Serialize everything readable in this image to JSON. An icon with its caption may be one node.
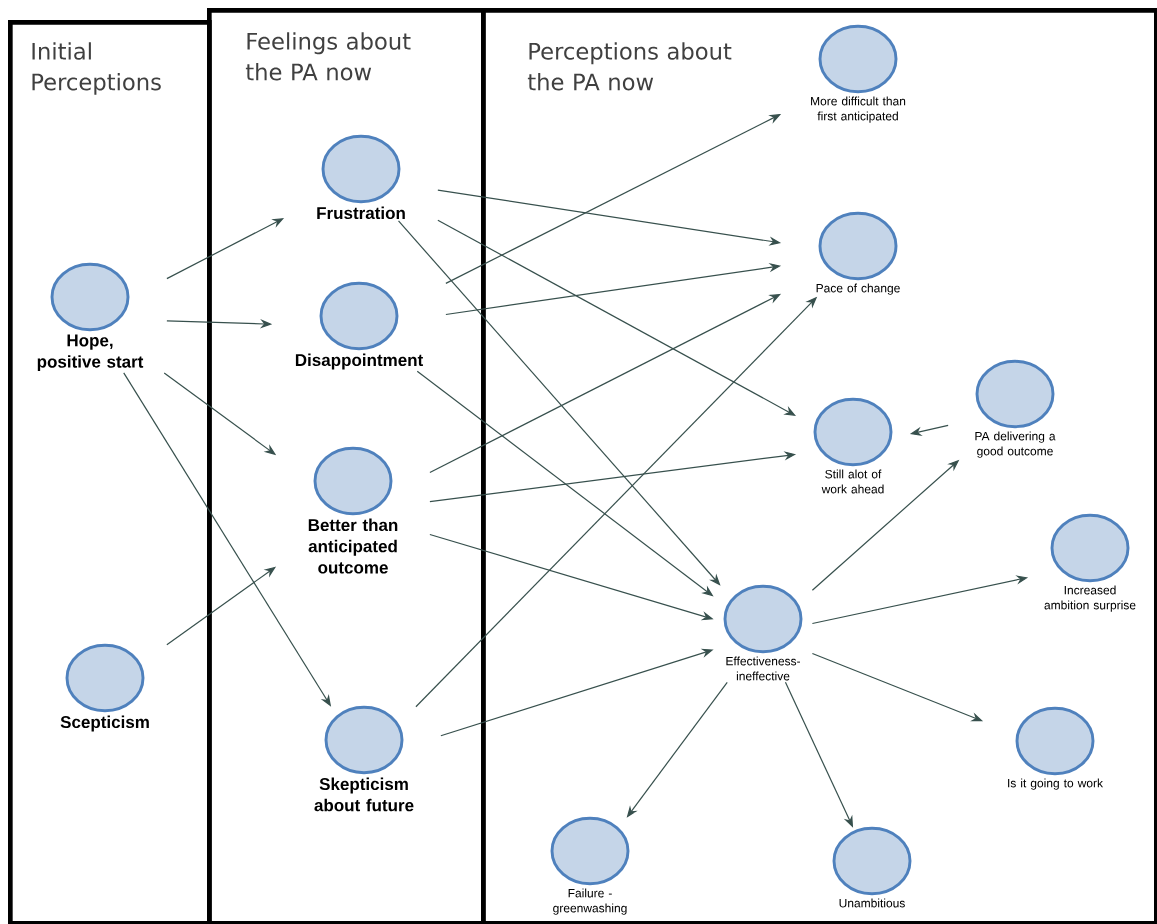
{
  "diagram": {
    "nodes": [
      {
        "text": [
          "Initial Perceptions"
        ]
      },
      {
        "text": [
          "Feelings about the PA now"
        ]
      },
      {
        "text": [
          "Perceptions about the PA now"
        ]
      },
      {
        "text": [
          "Hope, positive start"
        ],
        "in": 0
      },
      {
        "text": [
          "Scepticism"
        ],
        "in": 0
      },
      {
        "text": [
          "Frustration"
        ],
        "in": 1
      },
      {
        "text": [
          "Disappointment"
        ],
        "in": 1
      },
      {
        "text": [
          "Better than anticipated outcome"
        ],
        "in": 1
      },
      {
        "text": [
          "Skepticism about future"
        ],
        "in": 1
      },
      {
        "text": [
          "More difficult than first anticipated"
        ],
        "in": 2
      },
      {
        "text": [
          "Pace of change"
        ],
        "in": 2
      },
      {
        "text": [
          "Still alot of work ahead"
        ],
        "in": 2
      },
      {
        "text": [
          "PA delivering a good outcome"
        ],
        "in": 2
      },
      {
        "text": [
          "Effectiveness- ineffective"
        ],
        "in": 2
      },
      {
        "text": [
          "Increased ambition surprise"
        ],
        "in": 2
      },
      {
        "text": [
          "Is it going to work"
        ],
        "in": 2
      },
      {
        "text": [
          "Failure - greenwashing"
        ],
        "in": 2
      },
      {
        "text": [
          "Unambitious"
        ],
        "in": 2
      }
    ],
    "edges": [
      {
        "from": 3,
        "to": 5,
        "arrow": "to"
      },
      {
        "from": 3,
        "to": 6,
        "arrow": "to"
      },
      {
        "from": 3,
        "to": 7,
        "arrow": "to"
      },
      {
        "from": 3,
        "to": 8,
        "arrow": "to"
      },
      {
        "from": 4,
        "to": 7,
        "arrow": "to"
      },
      {
        "from": 5,
        "to": 10,
        "arrow": "to"
      },
      {
        "from": 5,
        "to": 11,
        "arrow": "to"
      },
      {
        "from": 5,
        "to": 13,
        "arrow": "to"
      },
      {
        "from": 6,
        "to": 9,
        "arrow": "to"
      },
      {
        "from": 6,
        "to": 10,
        "arrow": "to"
      },
      {
        "from": 6,
        "to": 13,
        "arrow": "to"
      },
      {
        "from": 7,
        "to": 10,
        "arrow": "to"
      },
      {
        "from": 7,
        "to": 11,
        "arrow": "to"
      },
      {
        "from": 7,
        "to": 13,
        "arrow": "to"
      },
      {
        "from": 8,
        "to": 10,
        "arrow": "to"
      },
      {
        "from": 8,
        "to": 13,
        "arrow": "to"
      },
      {
        "from": 12,
        "to": 11,
        "arrow": "to"
      },
      {
        "from": 13,
        "to": 12,
        "arrow": "to"
      },
      {
        "from": 13,
        "to": 14,
        "arrow": "to"
      },
      {
        "from": 13,
        "to": 15,
        "arrow": "to"
      },
      {
        "from": 13,
        "to": 16,
        "arrow": "to"
      },
      {
        "from": 13,
        "to": 17,
        "arrow": "to"
      }
    ]
  }
}
